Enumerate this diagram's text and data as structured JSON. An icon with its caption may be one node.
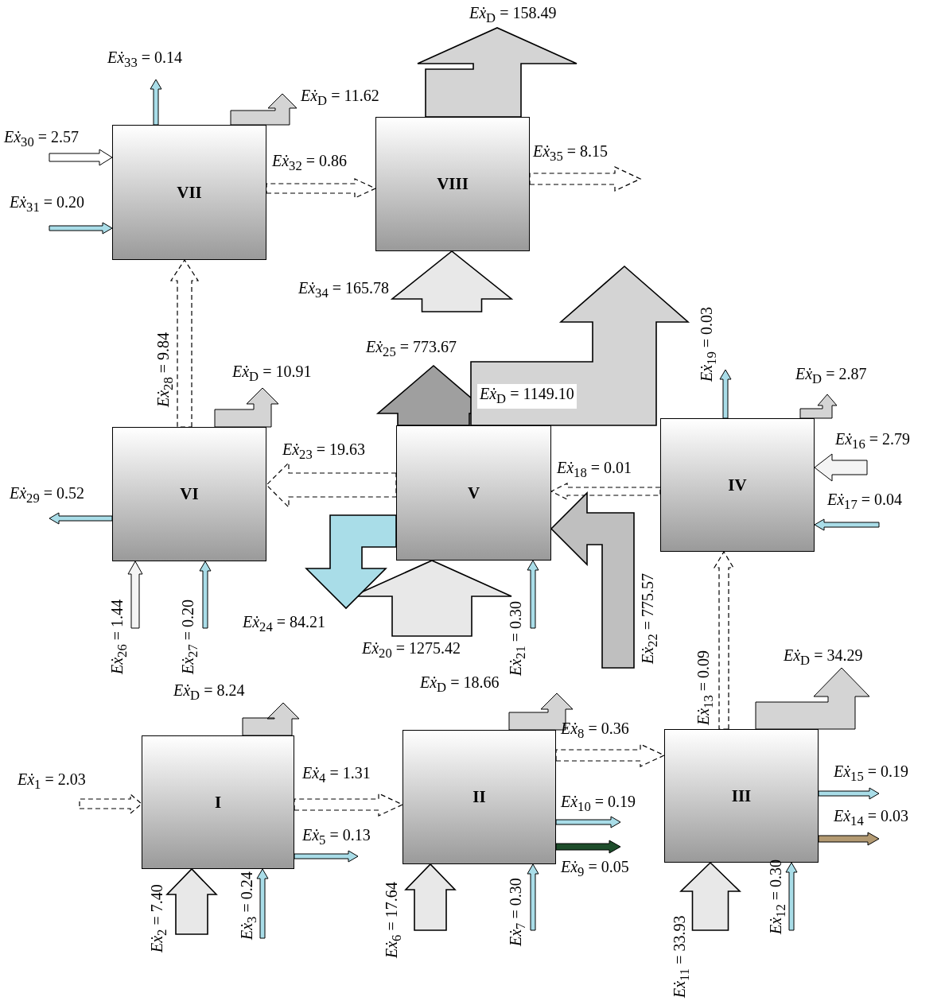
{
  "diagram": {
    "nodes": [
      {
        "text": [
          "VII"
        ]
      },
      {
        "text": [
          "VIII"
        ]
      },
      {
        "text": [
          "VI"
        ]
      },
      {
        "text": [
          "V"
        ]
      },
      {
        "text": [
          "IV"
        ]
      },
      {
        "text": [
          "I"
        ]
      },
      {
        "text": [
          "II"
        ]
      },
      {
        "text": [
          "III"
        ]
      }
    ],
    "edges": [
      {
        "from": null,
        "to": 5,
        "arrow": "to",
        "label": "*Eẋ*$_{1}$ = 2.03",
        "style": "dashed",
        "color": "#ffffff"
      },
      {
        "from": null,
        "to": 5,
        "arrow": "to",
        "label": "*Eẋ*$_{2}$ = 7.40",
        "style": "thick",
        "color": "#e8e8e8"
      },
      {
        "from": null,
        "to": 5,
        "arrow": "to",
        "label": "*Eẋ*$_{3}$ = 0.24"
      },
      {
        "from": 5,
        "to": 6,
        "arrow": "to",
        "label": "*Eẋ*$_{4}$ = 1.31",
        "style": "dashed",
        "color": "#ffffff"
      },
      {
        "from": 5,
        "to": null,
        "arrow": "to",
        "label": "*Eẋ*$_{5}$ = 0.13"
      },
      {
        "from": 5,
        "to": null,
        "arrow": "to",
        "label": "*Eẋ*$_{D}$ = 8.24",
        "color": "#d4d4d4"
      },
      {
        "from": null,
        "to": 6,
        "arrow": "to",
        "label": "*Eẋ*$_{6}$ = 17.64",
        "style": "thick",
        "color": "#e8e8e8"
      },
      {
        "from": null,
        "to": 6,
        "arrow": "to",
        "label": "*Eẋ*$_{7}$ = 0.30"
      },
      {
        "from": 6,
        "to": 7,
        "arrow": "to",
        "label": "*Eẋ*$_{8}$ = 0.36",
        "style": "dashed",
        "color": "#ffffff"
      },
      {
        "from": 6,
        "to": null,
        "arrow": "to",
        "label": "*Eẋ*$_{9}$ = 0.05",
        "color": "#1e4d2b"
      },
      {
        "from": 6,
        "to": null,
        "arrow": "to",
        "label": "*Eẋ*$_{10}$ = 0.19"
      },
      {
        "from": 6,
        "to": null,
        "arrow": "to",
        "label": "*Eẋ*$_{D}$ = 18.66",
        "color": "#d4d4d4"
      },
      {
        "from": null,
        "to": 7,
        "arrow": "to",
        "label": "*Eẋ*$_{11}$ = 33.93",
        "style": "thick",
        "color": "#e8e8e8"
      },
      {
        "from": null,
        "to": 7,
        "arrow": "to",
        "label": "*Eẋ*$_{12}$ = 0.30"
      },
      {
        "from": 7,
        "to": 4,
        "arrow": "to",
        "label": "*Eẋ*$_{13}$ = 0.09",
        "style": "dashed",
        "color": "#ffffff"
      },
      {
        "from": 7,
        "to": null,
        "arrow": "to",
        "label": "*Eẋ*$_{14}$ = 0.03",
        "color": "#b39a72"
      },
      {
        "from": 7,
        "to": null,
        "arrow": "to",
        "label": "*Eẋ*$_{15}$ = 0.19"
      },
      {
        "from": 7,
        "to": null,
        "arrow": "to",
        "label": "*Eẋ*$_{D}$ = 34.29",
        "color": "#d4d4d4"
      },
      {
        "from": null,
        "to": 4,
        "arrow": "to",
        "label": "*Eẋ*$_{16}$ = 2.79",
        "color": "#f4f4f4"
      },
      {
        "from": null,
        "to": 4,
        "arrow": "to",
        "label": "*Eẋ*$_{17}$ = 0.04"
      },
      {
        "from": 4,
        "to": 3,
        "arrow": "to",
        "label": "*Eẋ*$_{18}$ = 0.01",
        "style": "dashed",
        "color": "#ffffff"
      },
      {
        "from": 4,
        "to": null,
        "arrow": "to",
        "label": "*Eẋ*$_{19}$ = 0.03"
      },
      {
        "from": 4,
        "to": null,
        "arrow": "to",
        "label": "*Eẋ*$_{D}$ = 2.87",
        "color": "#d4d4d4"
      },
      {
        "from": null,
        "to": 3,
        "arrow": "to",
        "label": "*Eẋ*$_{20}$ = 1275.42",
        "style": "thick",
        "color": "#e8e8e8"
      },
      {
        "from": null,
        "to": 3,
        "arrow": "to",
        "label": "*Eẋ*$_{21}$ = 0.30"
      },
      {
        "from": null,
        "to": 3,
        "arrow": "to",
        "label": "*Eẋ*$_{22}$ = 775.57",
        "style": "thick",
        "color": "#bfbfbf"
      },
      {
        "from": 3,
        "to": 2,
        "arrow": "to",
        "label": "*Eẋ*$_{23}$ = 19.63",
        "style": "dashed",
        "color": "#ffffff"
      },
      {
        "from": 3,
        "to": null,
        "arrow": "to",
        "label": "*Eẋ*$_{24}$ = 84.21",
        "style": "thick"
      },
      {
        "from": 3,
        "to": null,
        "arrow": "to",
        "label": "*Eẋ*$_{25}$ = 773.67",
        "style": "thick",
        "color": "#9f9f9f"
      },
      {
        "from": 3,
        "to": null,
        "arrow": "to",
        "label": "*Eẋ*$_{D}$ = 1149.10",
        "style": "thick",
        "color": "#d4d4d4"
      },
      {
        "from": null,
        "to": 2,
        "arrow": "to",
        "label": "*Eẋ*$_{26}$ = 1.44",
        "color": "#f4f4f4"
      },
      {
        "from": null,
        "to": 2,
        "arrow": "to",
        "label": "*Eẋ*$_{27}$ = 0.20"
      },
      {
        "from": 2,
        "to": 0,
        "arrow": "to",
        "label": "*Eẋ*$_{28}$ = 9.84",
        "style": "dashed",
        "color": "#ffffff"
      },
      {
        "from": 2,
        "to": null,
        "arrow": "to",
        "label": "*Eẋ*$_{29}$ = 0.52"
      },
      {
        "from": 2,
        "to": null,
        "arrow": "to",
        "label": "*Eẋ*$_{D}$ = 10.91",
        "color": "#d4d4d4"
      },
      {
        "from": null,
        "to": 0,
        "arrow": "to",
        "label": "*Eẋ*$_{30}$ = 2.57",
        "color": "#ffffff"
      },
      {
        "from": null,
        "to": 0,
        "arrow": "to",
        "label": "*Eẋ*$_{31}$ = 0.20"
      },
      {
        "from": 0,
        "to": 1,
        "arrow": "to",
        "label": "*Eẋ*$_{32}$ = 0.86",
        "style": "dashed",
        "color": "#ffffff"
      },
      {
        "from": 0,
        "to": null,
        "arrow": "to",
        "label": "*Eẋ*$_{33}$ = 0.14"
      },
      {
        "from": 0,
        "to": null,
        "arrow": "to",
        "label": "*Eẋ*$_{D}$ = 11.62",
        "color": "#d4d4d4"
      },
      {
        "from": null,
        "to": 1,
        "arrow": "to",
        "label": "*Eẋ*$_{34}$ = 165.78",
        "style": "thick",
        "color": "#e8e8e8"
      },
      {
        "from": 1,
        "to": null,
        "arrow": "to",
        "label": "*Eẋ*$_{35}$ = 8.15",
        "style": "dashed",
        "color": "#ffffff"
      },
      {
        "from": 1,
        "to": null,
        "arrow": "to",
        "label": "*Eẋ*$_{D}$ = 158.49",
        "style": "thick",
        "color": "#d4d4d4"
      }
    ]
  }
}
